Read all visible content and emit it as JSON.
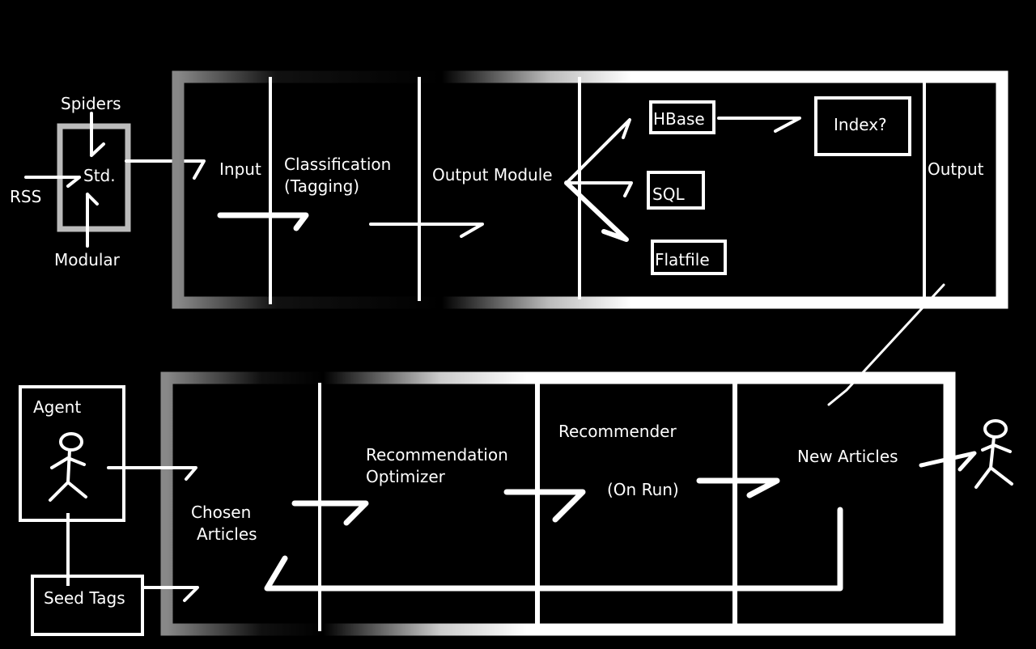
{
  "sources": {
    "spiders": "Spiders",
    "rss": "RSS",
    "modular": "Modular",
    "std": "Std."
  },
  "pipeline": {
    "input": "Input",
    "classification_line1": "Classification",
    "classification_line2": "(Tagging)",
    "output_module": "Output Module",
    "output": "Output"
  },
  "storage": {
    "hbase": "HBase",
    "sql": "SQL",
    "flatfile": "Flatfile",
    "index": "Index?"
  },
  "recommendation": {
    "agent": "Agent",
    "seed_tags": "Seed Tags",
    "chosen_line1": "Chosen",
    "chosen_line2": "Articles",
    "optimizer_line1": "Recommendation",
    "optimizer_line2": "Optimizer",
    "recommender": "Recommender",
    "on_run": "(On Run)",
    "new_articles": "New Articles"
  }
}
